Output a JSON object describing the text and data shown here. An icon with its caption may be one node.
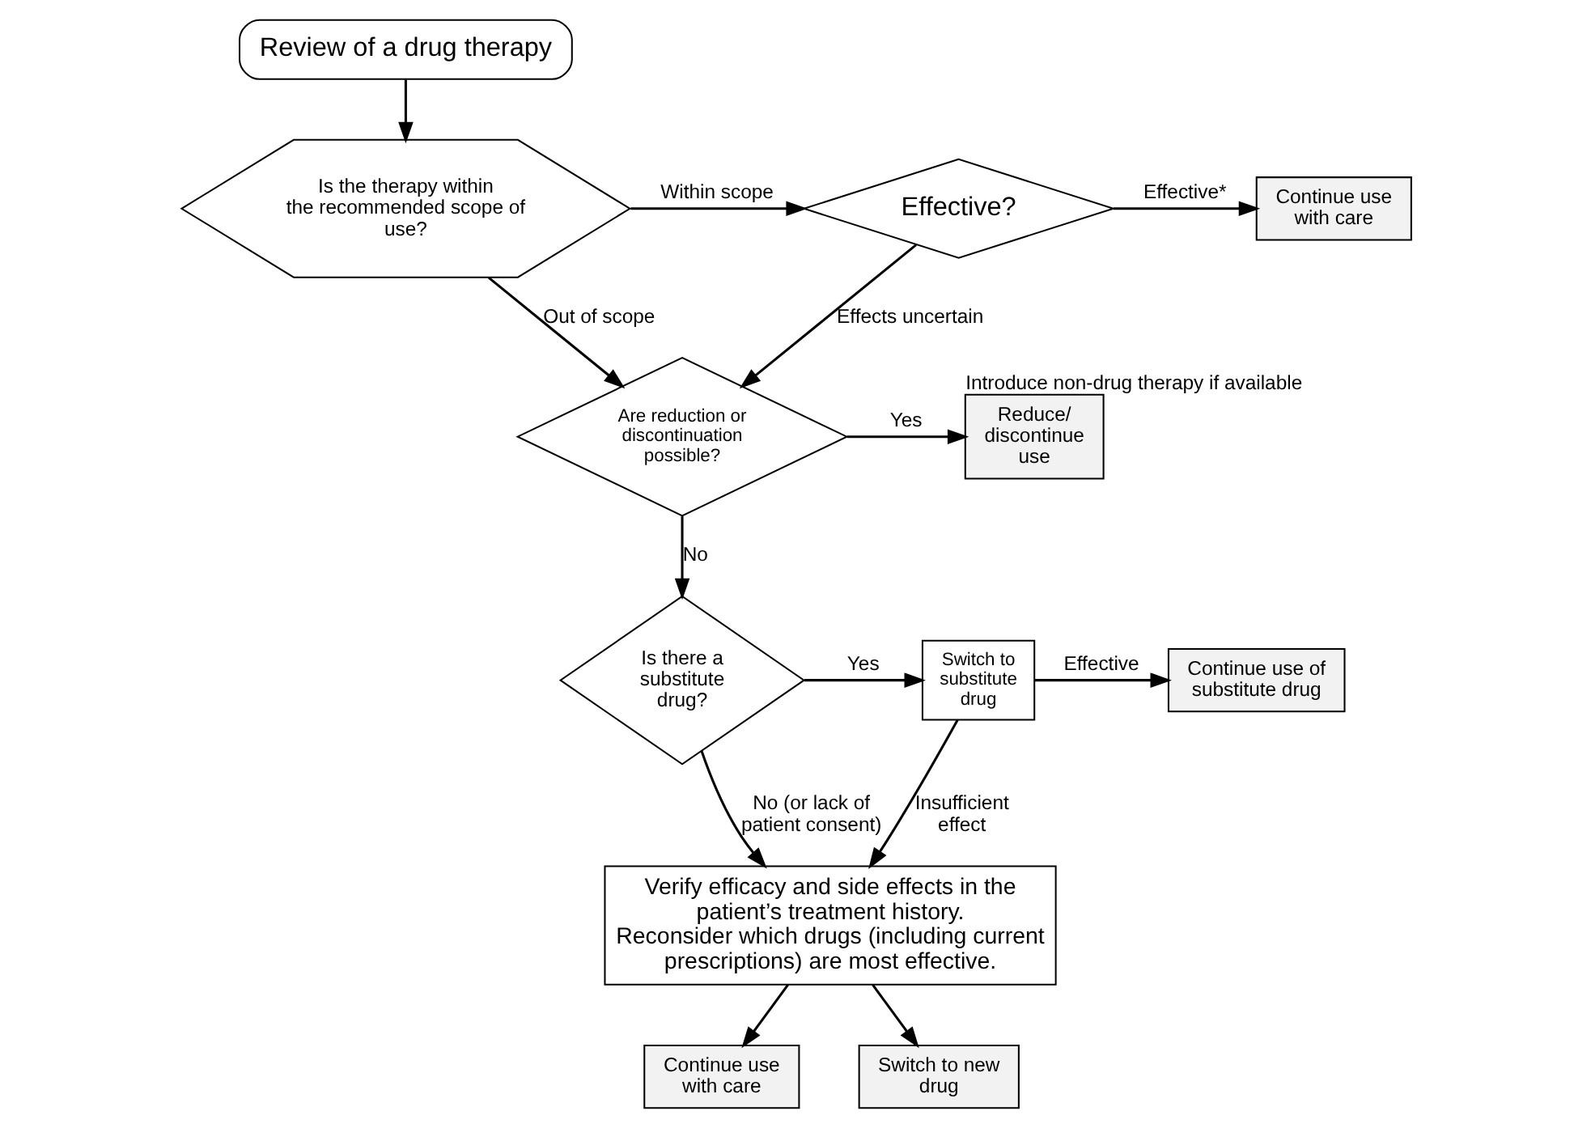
{
  "diagram": {
    "nodes": [
      {
        "text": [
          "Review of a drug therapy"
        ]
      },
      {
        "text": [
          "Is the therapy within the recommended scope of use?"
        ]
      },
      {
        "text": [
          "Effective?"
        ]
      },
      {
        "text": [
          "Continue use with care"
        ]
      },
      {
        "text": [
          "Are reduction or discontinuation possible?"
        ]
      },
      {
        "text": [
          "Reduce/ discontinue use"
        ],
        "beside": [
          "Introduce non-drug therapy if available"
        ]
      },
      {
        "text": [
          "Is there a substitute drug?"
        ]
      },
      {
        "text": [
          "Switch to substitute drug"
        ]
      },
      {
        "text": [
          "Continue use of substitute drug"
        ]
      },
      {
        "text": [
          "Verify efficacy and side effects in the patient’s treatment history.",
          "Reconsider which drugs (including current prescriptions) are most effective."
        ]
      },
      {
        "text": [
          "Continue use with care"
        ]
      },
      {
        "text": [
          "Switch to new drug"
        ]
      }
    ],
    "edges": [
      {
        "from": 0,
        "to": 1,
        "arrow": "to"
      },
      {
        "from": 1,
        "to": 2,
        "arrow": "to",
        "label": "Within scope"
      },
      {
        "from": 2,
        "to": 3,
        "arrow": "to",
        "label": "Effective*"
      },
      {
        "from": 2,
        "to": 4,
        "arrow": "to",
        "label": "Effects uncertain"
      },
      {
        "from": 1,
        "to": 4,
        "arrow": "to",
        "label": "Out of scope"
      },
      {
        "from": 4,
        "to": 5,
        "arrow": "to",
        "label": "Yes"
      },
      {
        "from": 4,
        "to": 6,
        "arrow": "to",
        "label": "No"
      },
      {
        "from": 6,
        "to": 7,
        "arrow": "to",
        "label": "Yes"
      },
      {
        "from": 7,
        "to": 8,
        "arrow": "to",
        "label": "Effective"
      },
      {
        "from": 6,
        "to": 9,
        "arrow": "to",
        "label": "No (or lack of patient consent)"
      },
      {
        "from": 7,
        "to": 9,
        "arrow": "to",
        "label": "Insufficient effect"
      },
      {
        "from": 9,
        "to": 10,
        "arrow": "to"
      },
      {
        "from": 9,
        "to": 11,
        "arrow": "to"
      }
    ]
  }
}
